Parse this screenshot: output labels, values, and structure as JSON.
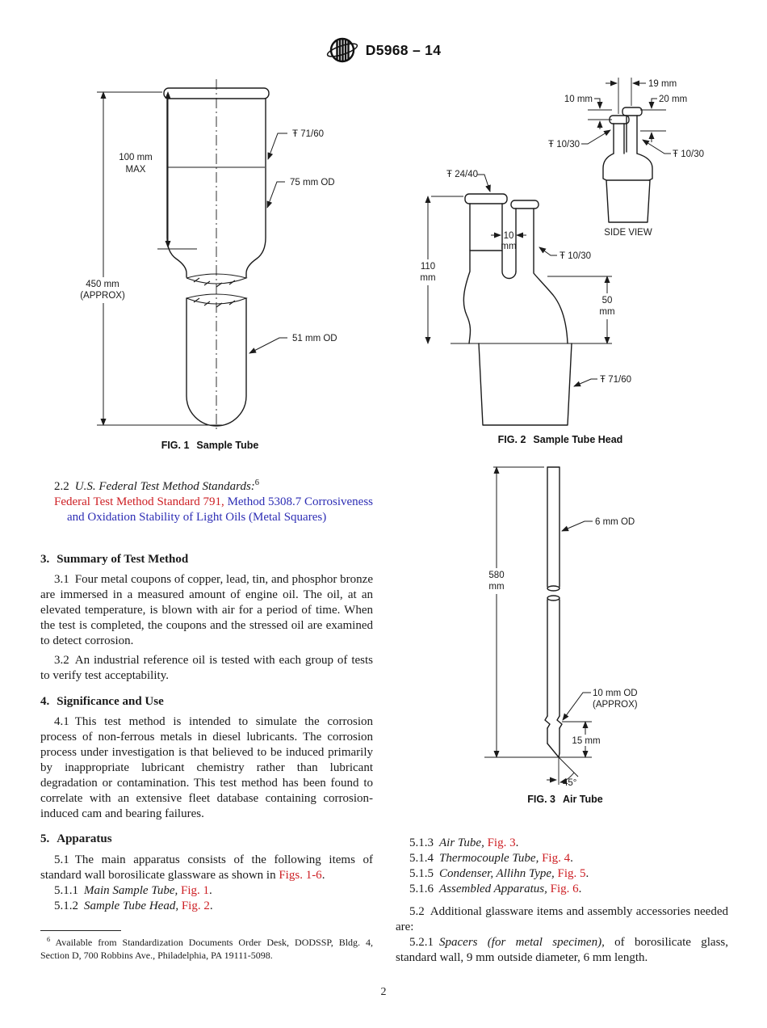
{
  "header": {
    "logo": "ASTM",
    "doc_number": "D5968 – 14"
  },
  "figures": {
    "fig1": {
      "caption_num": "FIG. 1",
      "caption_title": "Sample Tube",
      "labels": {
        "joint_top": "Ŧ 71/60",
        "od_75": "75 mm OD",
        "od_51": "51 mm OD",
        "h100_1": "100 mm",
        "h100_2": "MAX",
        "h450_1": "450 mm",
        "h450_2": "(APPROX)"
      }
    },
    "fig2": {
      "caption_num": "FIG. 2",
      "caption_title": "Sample Tube Head",
      "labels": {
        "w19": "19 mm",
        "h10_side": "10 mm",
        "h20_side": "20 mm",
        "joint_side_left": "Ŧ 10/30",
        "joint_side_right": "Ŧ 10/30",
        "side_view": "SIDE VIEW",
        "joint_24_40": "Ŧ 24/40",
        "gap10_1": "10",
        "gap10_2": "mm",
        "joint_10_30": "Ŧ 10/30",
        "h110_1": "110",
        "h110_2": "mm",
        "h50_1": "50",
        "h50_2": "mm",
        "joint_71_60": "Ŧ 71/60"
      }
    },
    "fig3": {
      "caption_num": "FIG. 3",
      "caption_title": "Air Tube",
      "labels": {
        "od_6": "6 mm OD",
        "h580_1": "580",
        "h580_2": "mm",
        "od_10_1": "10 mm OD",
        "od_10_2": "(APPROX)",
        "h15": "15 mm",
        "angle_45": "45°"
      }
    }
  },
  "left_column": {
    "s2_2": {
      "num": "2.2",
      "title": "U.S. Federal Test Method Standards:",
      "footnote_ref": "6"
    },
    "ref_791": {
      "red": "Federal Test Method Standard 791,",
      "blue": " Method 5308.7 Corrosiveness and Oxidation Stability of Light Oils (Metal Squares)"
    },
    "h3": {
      "num": "3.",
      "title": "Summary of Test Method"
    },
    "p3_1": {
      "num": "3.1",
      "text": "Four metal coupons of copper, lead, tin, and phosphor bronze are immersed in a measured amount of engine oil. The oil, at an elevated temperature, is blown with air for a period of time. When the test is completed, the coupons and the stressed oil are examined to detect corrosion."
    },
    "p3_2": {
      "num": "3.2",
      "text": "An industrial reference oil is tested with each group of tests to verify test acceptability."
    },
    "h4": {
      "num": "4.",
      "title": "Significance and Use"
    },
    "p4_1": {
      "num": "4.1",
      "text": "This test method is intended to simulate the corrosion process of non-ferrous metals in diesel lubricants. The corrosion process under investigation is that believed to be induced primarily by inappropriate lubricant chemistry rather than lubricant degradation or contamination. This test method has been found to correlate with an extensive fleet database containing corrosion-induced cam and bearing failures."
    },
    "h5": {
      "num": "5.",
      "title": "Apparatus"
    },
    "p5_1": {
      "num": "5.1",
      "text_before": "The main apparatus consists of the following items of standard wall borosilicate glassware as shown in ",
      "link": "Figs. 1-6",
      "text_after": "."
    },
    "p5_1_1": {
      "num": "5.1.1",
      "name": "Main Sample Tube,",
      "link": "Fig. 1",
      "end": "."
    },
    "p5_1_2": {
      "num": "5.1.2",
      "name": "Sample Tube Head,",
      "link": "Fig. 2",
      "end": "."
    },
    "footnote": {
      "marker": "6",
      "text": " Available from Standardization Documents Order Desk, DODSSP, Bldg. 4, Section D, 700 Robbins Ave., Philadelphia, PA 19111-5098."
    }
  },
  "right_column": {
    "p5_1_3": {
      "num": "5.1.3",
      "name": "Air Tube,",
      "link": "Fig. 3",
      "end": "."
    },
    "p5_1_4": {
      "num": "5.1.4",
      "name": "Thermocouple Tube,",
      "link": "Fig. 4",
      "end": "."
    },
    "p5_1_5": {
      "num": "5.1.5",
      "name": "Condenser, Allihn Type,",
      "link": "Fig. 5",
      "end": "."
    },
    "p5_1_6": {
      "num": "5.1.6",
      "name": "Assembled Apparatus,",
      "link": "Fig. 6",
      "end": "."
    },
    "p5_2": {
      "num": "5.2",
      "text": "Additional glassware items and assembly accessories needed are:"
    },
    "p5_2_1": {
      "num": "5.2.1",
      "name": "Spacers (for metal specimen),",
      "text": " of borosilicate glass, standard wall, 9 mm outside diameter, 6 mm length."
    }
  },
  "footer": {
    "page_number": "2"
  },
  "colors": {
    "link_red": "#cd1e23",
    "link_blue": "#2d2db4",
    "ink": "#1a1a1a"
  }
}
